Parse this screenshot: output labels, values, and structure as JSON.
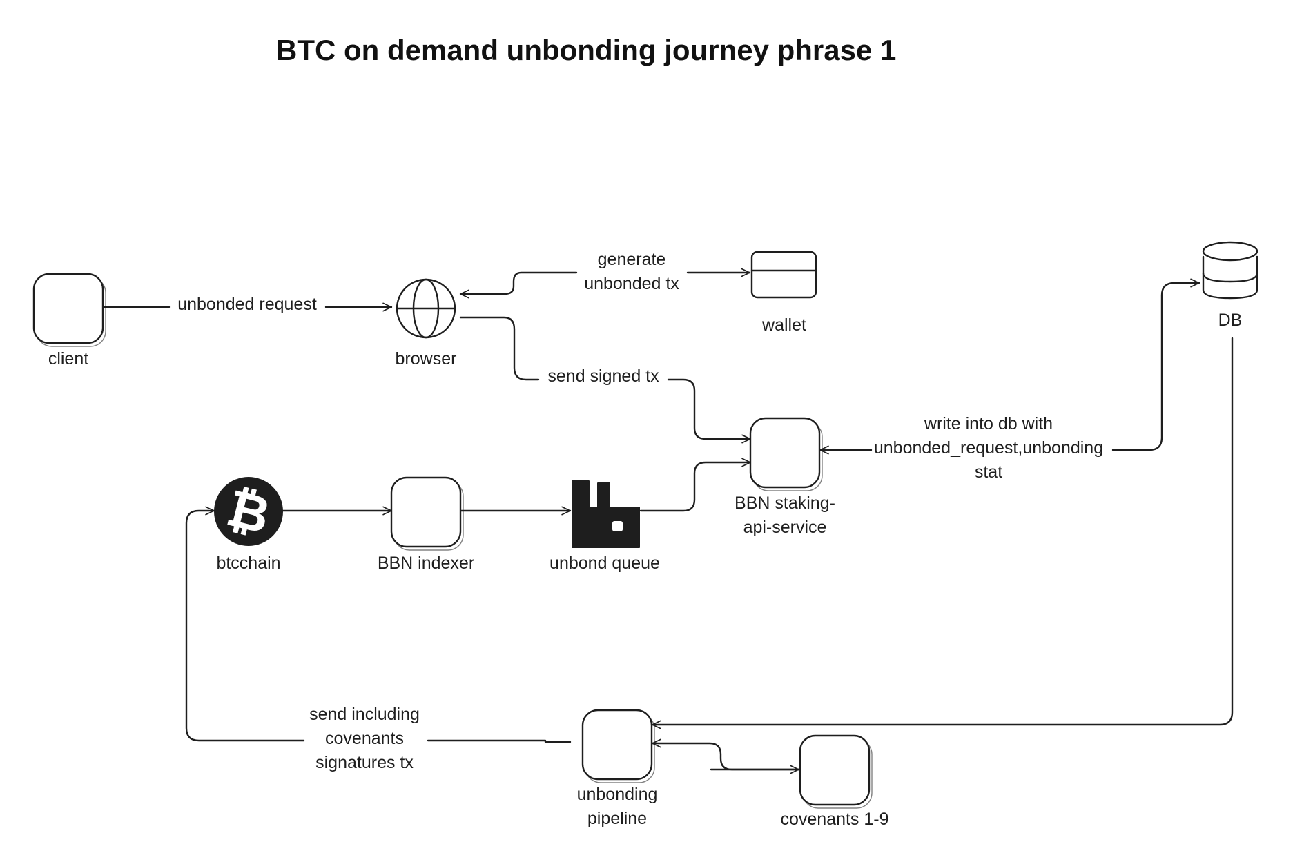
{
  "title": "BTC on demand unbonding journey phrase 1",
  "nodes": {
    "client": "client",
    "browser": "browser",
    "wallet": "wallet",
    "db": "DB",
    "staking_api": [
      "BBN staking-",
      "api-service"
    ],
    "btcchain": "btcchain",
    "indexer": "BBN indexer",
    "queue": "unbond queue",
    "pipeline": [
      "unbonding",
      "pipeline"
    ],
    "covenants": "covenants 1-9"
  },
  "edges": {
    "unbonded_request": "unbonded request",
    "generate": [
      "generate",
      "unbonded tx"
    ],
    "send_signed": "send signed tx",
    "write_db": [
      "write into db with",
      "unbonded_request,unbonding",
      "stat"
    ],
    "send_covenants": [
      "send including",
      "covenants",
      "signatures tx"
    ]
  },
  "icons": {
    "browser": "globe-icon",
    "wallet": "wallet-icon",
    "db": "database-icon",
    "btcchain": "bitcoin-icon",
    "queue": "factory-icon"
  }
}
